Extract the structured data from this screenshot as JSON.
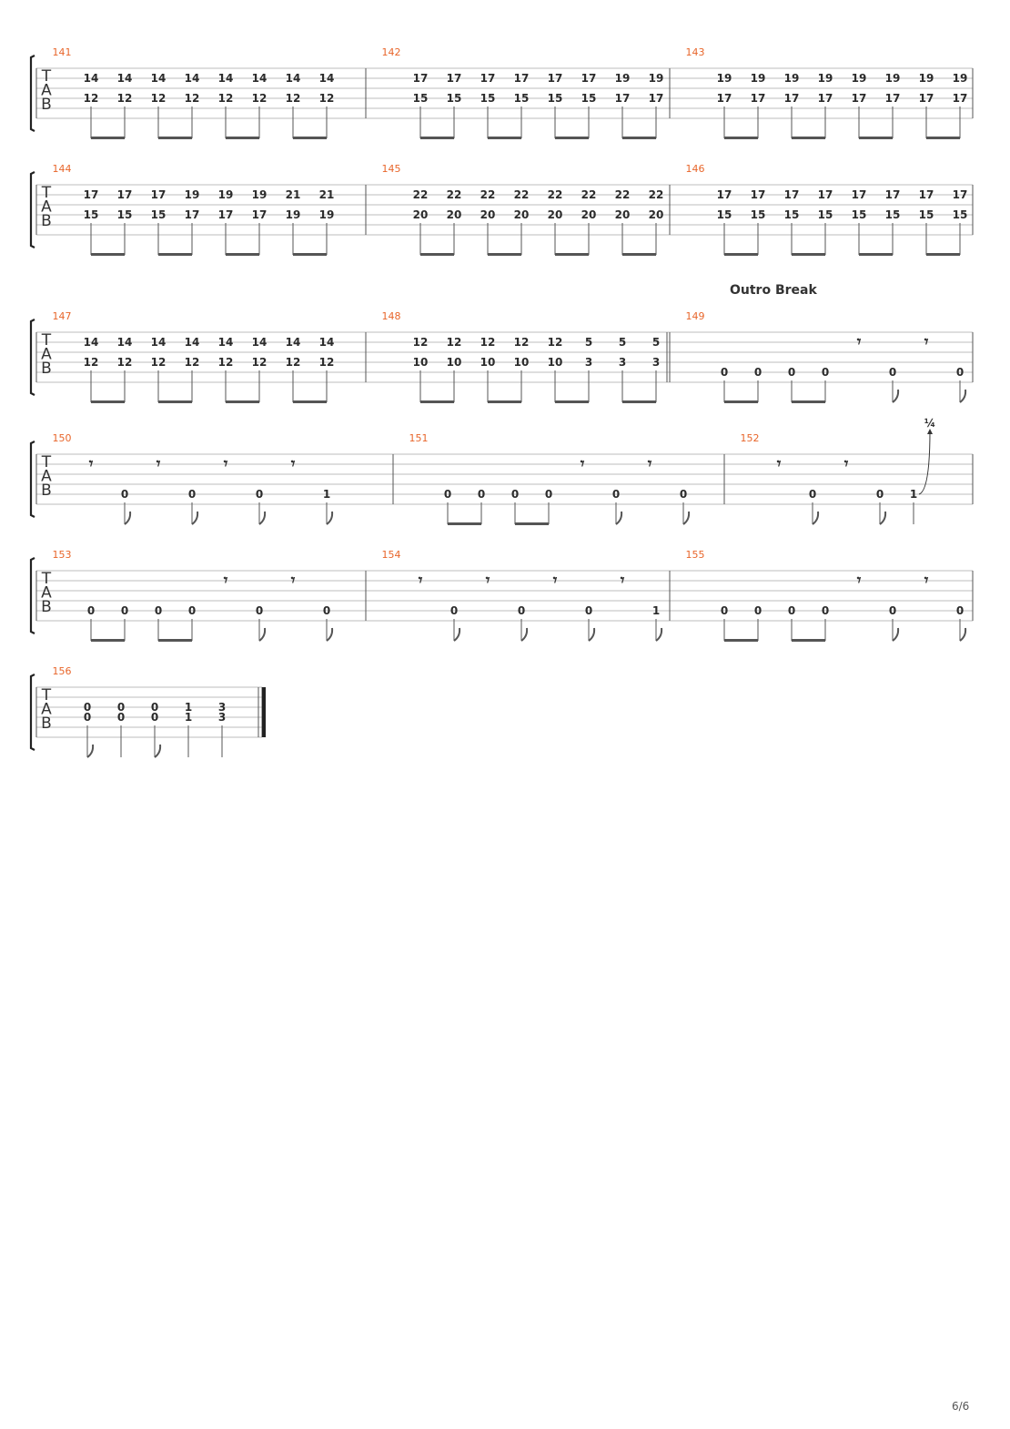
{
  "page": {
    "number": "6/6"
  },
  "systems": [
    {
      "measures": [
        {
          "num": "141",
          "beats": [
            {
              "f": [
                "14",
                "12"
              ]
            },
            {
              "f": [
                "14",
                "12"
              ]
            },
            {
              "f": [
                "14",
                "12"
              ]
            },
            {
              "f": [
                "14",
                "12"
              ]
            },
            {
              "f": [
                "14",
                "12"
              ]
            },
            {
              "f": [
                "14",
                "12"
              ]
            },
            {
              "f": [
                "14",
                "12"
              ]
            },
            {
              "f": [
                "14",
                "12"
              ]
            }
          ]
        },
        {
          "num": "142",
          "beats": [
            {
              "f": [
                "17",
                "15"
              ]
            },
            {
              "f": [
                "17",
                "15"
              ]
            },
            {
              "f": [
                "17",
                "15"
              ]
            },
            {
              "f": [
                "17",
                "15"
              ]
            },
            {
              "f": [
                "17",
                "15"
              ]
            },
            {
              "f": [
                "17",
                "15"
              ]
            },
            {
              "f": [
                "19",
                "17"
              ]
            },
            {
              "f": [
                "19",
                "17"
              ]
            }
          ]
        },
        {
          "num": "143",
          "beats": [
            {
              "f": [
                "19",
                "17"
              ]
            },
            {
              "f": [
                "19",
                "17"
              ]
            },
            {
              "f": [
                "19",
                "17"
              ]
            },
            {
              "f": [
                "19",
                "17"
              ]
            },
            {
              "f": [
                "19",
                "17"
              ]
            },
            {
              "f": [
                "19",
                "17"
              ]
            },
            {
              "f": [
                "19",
                "17"
              ]
            },
            {
              "f": [
                "19",
                "17"
              ]
            }
          ]
        }
      ]
    },
    {
      "measures": [
        {
          "num": "144",
          "beats": [
            {
              "f": [
                "17",
                "15"
              ]
            },
            {
              "f": [
                "17",
                "15"
              ]
            },
            {
              "f": [
                "17",
                "15"
              ]
            },
            {
              "f": [
                "19",
                "17"
              ]
            },
            {
              "f": [
                "19",
                "17"
              ]
            },
            {
              "f": [
                "19",
                "17"
              ]
            },
            {
              "f": [
                "21",
                "19"
              ]
            },
            {
              "f": [
                "21",
                "19"
              ]
            }
          ]
        },
        {
          "num": "145",
          "beats": [
            {
              "f": [
                "22",
                "20"
              ]
            },
            {
              "f": [
                "22",
                "20"
              ]
            },
            {
              "f": [
                "22",
                "20"
              ]
            },
            {
              "f": [
                "22",
                "20"
              ]
            },
            {
              "f": [
                "22",
                "20"
              ]
            },
            {
              "f": [
                "22",
                "20"
              ]
            },
            {
              "f": [
                "22",
                "20"
              ]
            },
            {
              "f": [
                "22",
                "20"
              ]
            }
          ]
        },
        {
          "num": "146",
          "beats": [
            {
              "f": [
                "17",
                "15"
              ]
            },
            {
              "f": [
                "17",
                "15"
              ]
            },
            {
              "f": [
                "17",
                "15"
              ]
            },
            {
              "f": [
                "17",
                "15"
              ]
            },
            {
              "f": [
                "17",
                "15"
              ]
            },
            {
              "f": [
                "17",
                "15"
              ]
            },
            {
              "f": [
                "17",
                "15"
              ]
            },
            {
              "f": [
                "17",
                "15"
              ]
            }
          ]
        }
      ]
    },
    {
      "measures": [
        {
          "num": "147",
          "beats": [
            {
              "f": [
                "14",
                "12"
              ]
            },
            {
              "f": [
                "14",
                "12"
              ]
            },
            {
              "f": [
                "14",
                "12"
              ]
            },
            {
              "f": [
                "14",
                "12"
              ]
            },
            {
              "f": [
                "14",
                "12"
              ]
            },
            {
              "f": [
                "14",
                "12"
              ]
            },
            {
              "f": [
                "14",
                "12"
              ]
            },
            {
              "f": [
                "14",
                "12"
              ]
            }
          ]
        },
        {
          "num": "148",
          "beats": [
            {
              "f": [
                "12",
                "10"
              ]
            },
            {
              "f": [
                "12",
                "10"
              ]
            },
            {
              "f": [
                "12",
                "10"
              ]
            },
            {
              "f": [
                "12",
                "10"
              ]
            },
            {
              "f": [
                "12",
                "10"
              ]
            },
            {
              "f": [
                "5",
                "3"
              ]
            },
            {
              "f": [
                "5",
                "3"
              ]
            },
            {
              "f": [
                "5",
                "3"
              ]
            }
          ]
        },
        {
          "num": "149",
          "section": "Outro Break",
          "doubleBarStart": true,
          "beats": [
            {
              "f": [
                "0"
              ]
            },
            {
              "f": [
                "0"
              ]
            },
            {
              "f": [
                "0"
              ]
            },
            {
              "f": [
                "0"
              ]
            },
            {
              "rest": true
            },
            {
              "f": [
                "0"
              ]
            },
            {
              "rest": true
            },
            {
              "f": [
                "0"
              ]
            }
          ]
        }
      ]
    },
    {
      "measures": [
        {
          "num": "150",
          "beats": [
            {
              "rest": true
            },
            {
              "f": [
                "0"
              ]
            },
            {
              "rest": true
            },
            {
              "f": [
                "0"
              ]
            },
            {
              "rest": true
            },
            {
              "f": [
                "0"
              ]
            },
            {
              "rest": true
            },
            {
              "f": [
                "1"
              ]
            }
          ]
        },
        {
          "num": "151",
          "beats": [
            {
              "f": [
                "0"
              ]
            },
            {
              "f": [
                "0"
              ]
            },
            {
              "f": [
                "0"
              ]
            },
            {
              "f": [
                "0"
              ]
            },
            {
              "rest": true
            },
            {
              "f": [
                "0"
              ]
            },
            {
              "rest": true
            },
            {
              "f": [
                "0"
              ]
            }
          ]
        },
        {
          "num": "152",
          "beats": [
            {
              "rest": true
            },
            {
              "f": [
                "0"
              ]
            },
            {
              "rest": true
            },
            {
              "f": [
                "0"
              ]
            },
            {
              "f": [
                "1"
              ],
              "bend": "¼"
            }
          ]
        }
      ]
    },
    {
      "measures": [
        {
          "num": "153",
          "beats": [
            {
              "f": [
                "0"
              ]
            },
            {
              "f": [
                "0"
              ]
            },
            {
              "f": [
                "0"
              ]
            },
            {
              "f": [
                "0"
              ]
            },
            {
              "rest": true
            },
            {
              "f": [
                "0"
              ]
            },
            {
              "rest": true
            },
            {
              "f": [
                "0"
              ]
            }
          ]
        },
        {
          "num": "154",
          "beats": [
            {
              "rest": true
            },
            {
              "f": [
                "0"
              ]
            },
            {
              "rest": true
            },
            {
              "f": [
                "0"
              ]
            },
            {
              "rest": true
            },
            {
              "f": [
                "0"
              ]
            },
            {
              "rest": true
            },
            {
              "f": [
                "1"
              ]
            }
          ]
        },
        {
          "num": "155",
          "beats": [
            {
              "f": [
                "0"
              ]
            },
            {
              "f": [
                "0"
              ]
            },
            {
              "f": [
                "0"
              ]
            },
            {
              "f": [
                "0"
              ]
            },
            {
              "rest": true
            },
            {
              "f": [
                "0"
              ]
            },
            {
              "rest": true
            },
            {
              "f": [
                "0"
              ]
            }
          ]
        }
      ]
    },
    {
      "measures": [
        {
          "num": "156",
          "final": true,
          "beats": [
            {
              "f": [
                "0",
                "0"
              ]
            },
            {
              "f": [
                "0",
                "0"
              ]
            },
            {
              "f": [
                "0",
                "0"
              ]
            },
            {
              "f": [
                "1",
                "1"
              ]
            },
            {
              "f": [
                "3",
                "3"
              ]
            }
          ]
        }
      ]
    }
  ],
  "labels": {
    "tab": [
      "T",
      "A",
      "B"
    ]
  }
}
